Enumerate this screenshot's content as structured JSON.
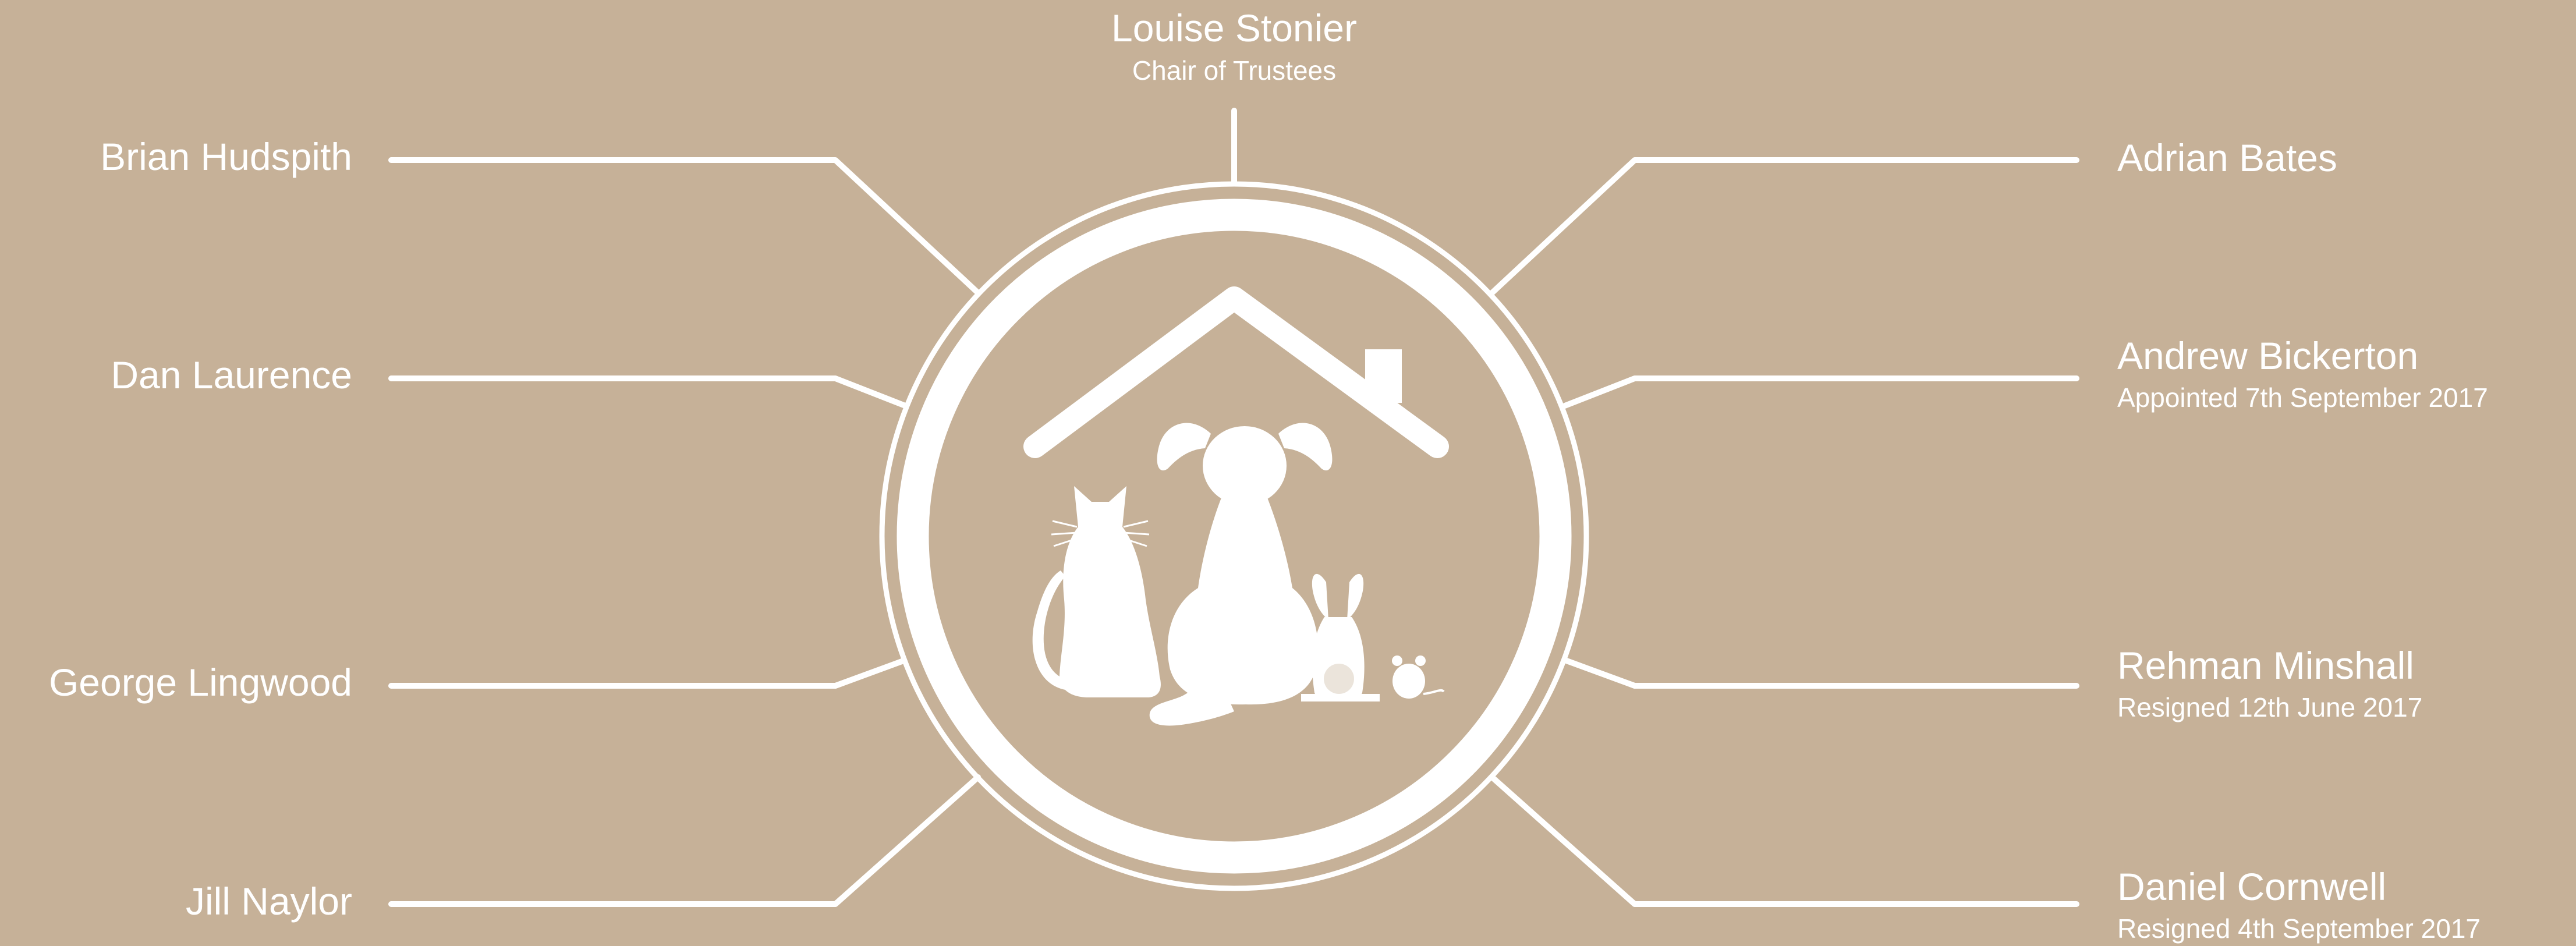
{
  "colors": {
    "background": "#c6b198",
    "foreground": "#ffffff"
  },
  "center": {
    "name": "Louise Stonier",
    "role": "Chair of Trustees"
  },
  "left": [
    {
      "name": "Brian Hudspith"
    },
    {
      "name": "Dan Laurence"
    },
    {
      "name": "George Lingwood"
    },
    {
      "name": "Jill Naylor"
    }
  ],
  "right": [
    {
      "name": "Adrian Bates",
      "note": ""
    },
    {
      "name": "Andrew Bickerton",
      "note": "Appointed 7th September 2017"
    },
    {
      "name": "Rehman Minshall",
      "note": "Resigned 12th June 2017"
    },
    {
      "name": "Daniel Cornwell",
      "note": "Resigned 4th September 2017"
    }
  ],
  "logo": {
    "icons": [
      "house-roof-icon",
      "cat-icon",
      "dog-icon",
      "rabbit-icon",
      "mouse-icon"
    ]
  }
}
